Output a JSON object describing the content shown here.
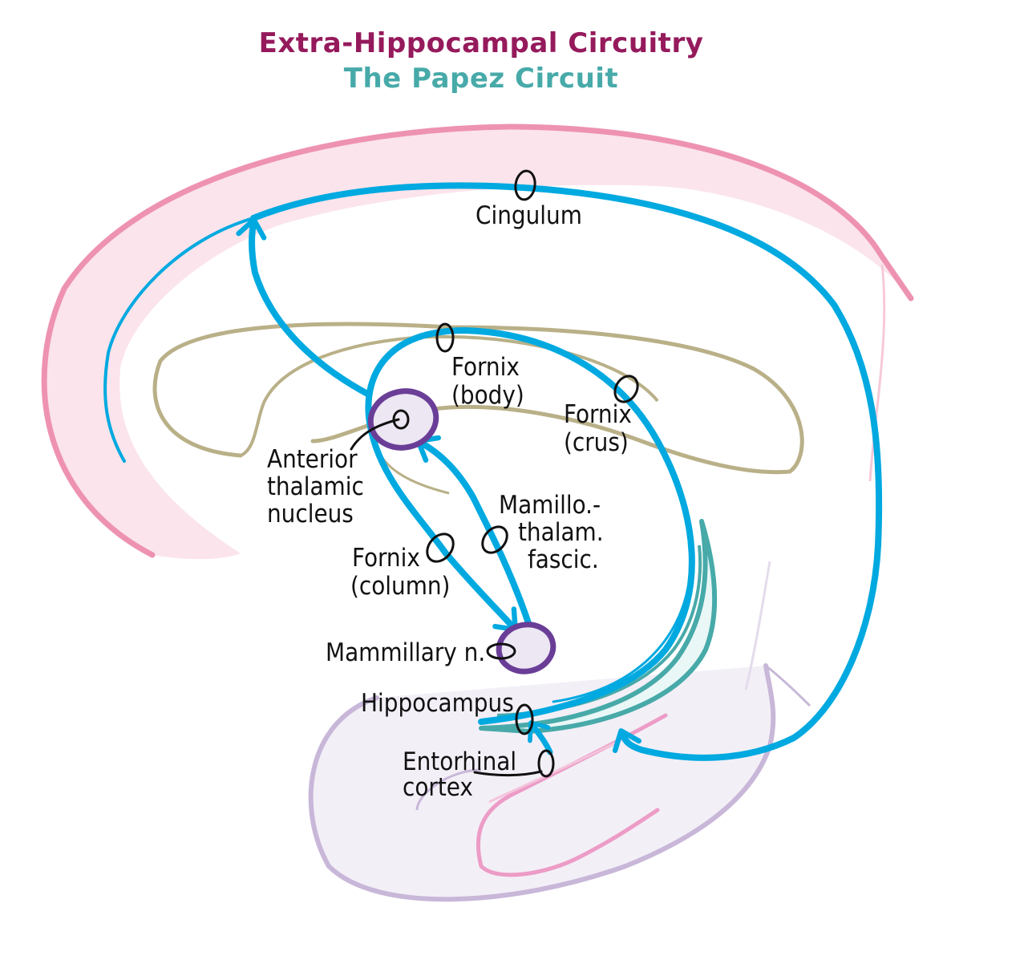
{
  "title": "Extra-Hippocampal Circuitry",
  "subtitle": "The Papez Circuit",
  "labels": {
    "cingulum": "Cingulum",
    "fornix_body": [
      "Fornix",
      "(body)"
    ],
    "fornix_crus": [
      "Fornix",
      "(crus)"
    ],
    "anterior_thalamic": [
      "Anterior",
      "thalamic",
      "nucleus"
    ],
    "mamillothalamic": [
      "Mamillo.-",
      "thalam.",
      "fascic."
    ],
    "fornix_column": [
      "Fornix",
      "(column)"
    ],
    "mammillary": "Mammillary n.",
    "hippocampus": "Hippocampus",
    "entorhinal": [
      "Entorhinal",
      "cortex"
    ]
  },
  "colors": {
    "title": "#951a5c",
    "subtitle": "#47aaa9",
    "pathway": "#00a9e0",
    "cingulate_cortex": "#ee92b2",
    "cingulate_fill": "#fbe4ec",
    "corpus_callosum": "#b9b088",
    "nucleus_outline": "#6a3e97",
    "nucleus_fill": "#ede6f3",
    "hippocampus": "#47aaa9",
    "hippocampus_fill": "#e9f7f6",
    "temporal_lobe": "#c8b7d8",
    "parahippocampal": "#ec9cc6"
  }
}
